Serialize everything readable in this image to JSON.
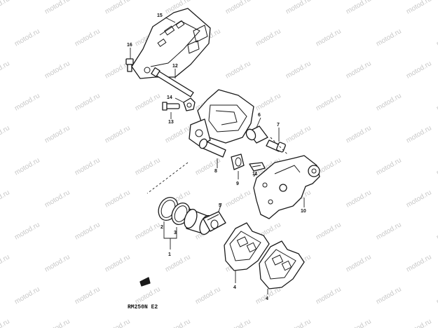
{
  "watermark": "motod.ru",
  "diagram_code": "RM250N E2",
  "callouts": {
    "c1": "1",
    "c2": "2",
    "c3": "3",
    "c4a": "4",
    "c4b": "4",
    "c5": "5",
    "c6": "6",
    "c7": "7",
    "c8": "8",
    "c9": "9",
    "c10": "10",
    "c11": "11",
    "c12": "12",
    "c13": "13",
    "c14": "14",
    "c15": "15",
    "c16": "16"
  },
  "colors": {
    "line": "#1a1a1a",
    "watermark": "#c8c8c8",
    "background": "#ffffff"
  }
}
